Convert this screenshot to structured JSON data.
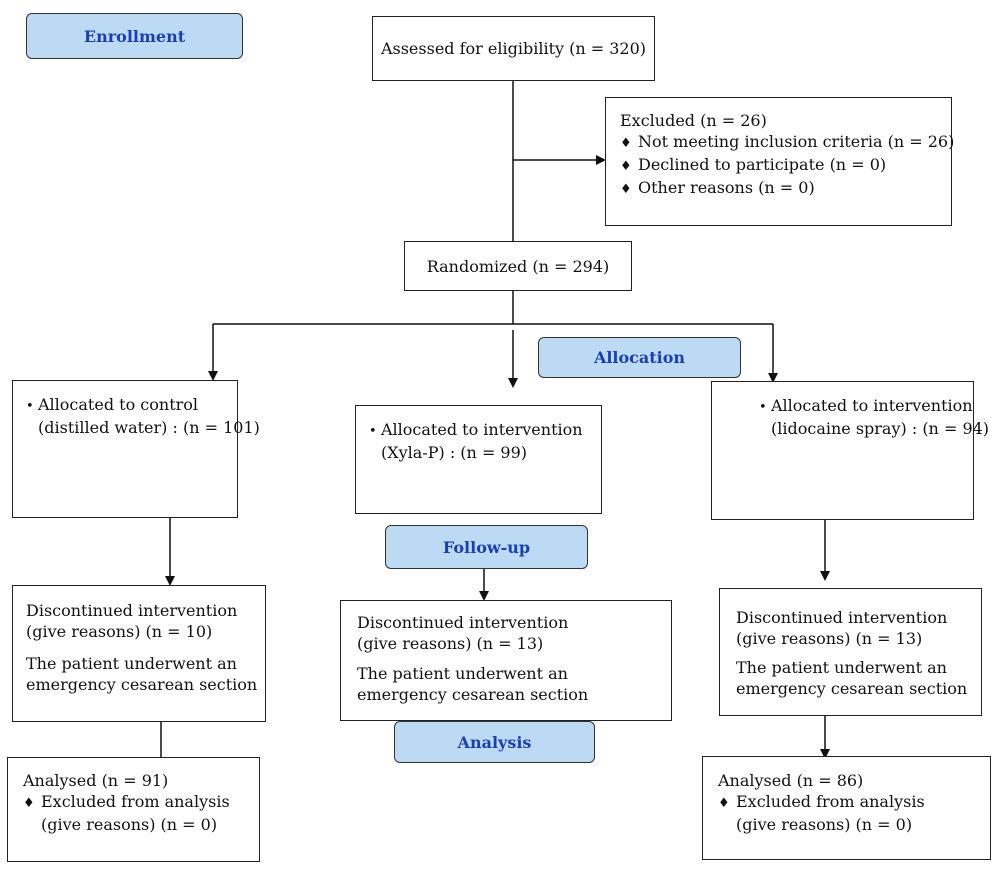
{
  "stages": {
    "enrollment": "Enrollment",
    "allocation": "Allocation",
    "follow_up": "Follow-up",
    "analysis": "Analysis"
  },
  "assessed": {
    "text": "Assessed for eligibility (n = 320)"
  },
  "excluded": {
    "title": "Excluded (n = 26)",
    "bullet": "♦",
    "items": [
      "Not meeting inclusion criteria (n = 26)",
      "Declined to participate (n = 0)",
      "Other reasons (n = 0)"
    ]
  },
  "randomized": {
    "text": "Randomized (n = 294)"
  },
  "allocation_arms": {
    "bullet": "•",
    "control": {
      "line1": "Allocated to control",
      "line2": "(distilled water) : (n = 101)"
    },
    "xyla": {
      "line1": "Allocated to intervention",
      "line2": "(Xyla-P) : (n = 99)"
    },
    "lidocaine": {
      "line1": "Allocated to intervention",
      "line2": "(lidocaine spray) : (n = 94)"
    }
  },
  "follow_up_arms": {
    "control": {
      "line1": "Discontinued intervention",
      "line2": "(give reasons) (n = 10)",
      "line3": "The patient underwent an",
      "line4": "emergency cesarean section"
    },
    "xyla": {
      "line1": "Discontinued intervention",
      "line2": "(give reasons) (n = 13)",
      "line3": "The patient underwent an",
      "line4": "emergency cesarean section"
    },
    "lidocaine": {
      "line1": "Discontinued intervention",
      "line2": "(give reasons) (n = 13)",
      "line3": "The patient underwent an",
      "line4": "emergency cesarean section"
    }
  },
  "analysis_arms": {
    "bullet": "♦",
    "control": {
      "title": "Analysed (n = 91)",
      "line1": "Excluded from analysis",
      "line2": "(give reasons) (n = 0)"
    },
    "lidocaine": {
      "title": "Analysed (n = 86)",
      "line1": "Excluded from analysis",
      "line2": "(give reasons) (n = 0)"
    }
  }
}
